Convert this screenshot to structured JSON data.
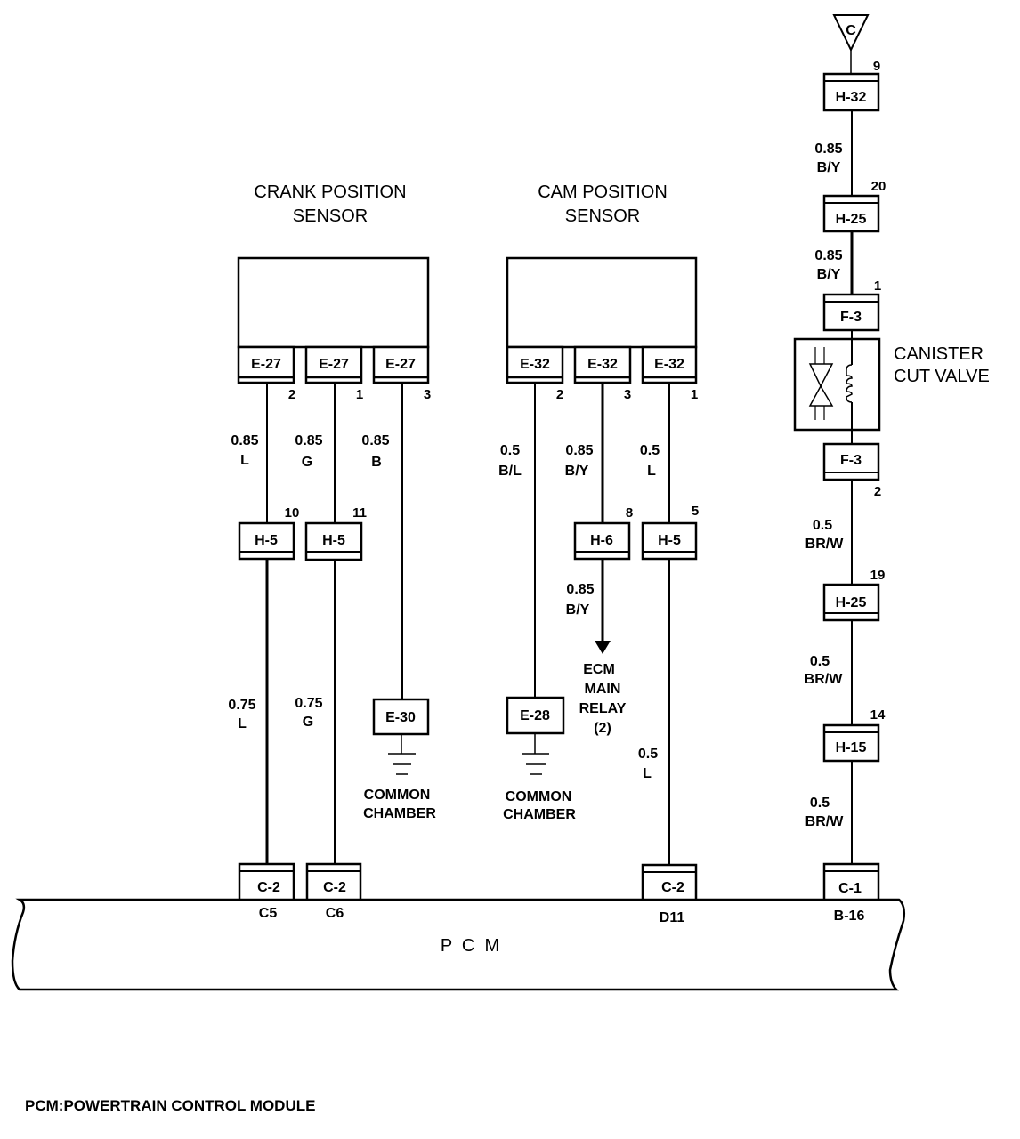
{
  "title_components": {
    "crank_sensor": [
      "CRANK POSITION",
      "SENSOR"
    ],
    "cam_sensor": [
      "CAM POSITION",
      "SENSOR"
    ],
    "canister_valve": [
      "CANISTER",
      "CUT VALVE"
    ],
    "ecm_relay": [
      "ECM",
      "MAIN",
      "RELAY",
      "(2)"
    ],
    "ground_label": [
      "COMMON",
      "CHAMBER"
    ],
    "pcm_label": "P  C  M"
  },
  "reference_symbol": "C",
  "circuits": [
    {
      "id": "crank-pin2",
      "sensor_connector": "E-27",
      "sensor_pin": "2",
      "wire_upper": {
        "size": "0.85",
        "color": "L"
      },
      "inline_connector": "H-5",
      "inline_pin": "10",
      "wire_lower": {
        "size": "0.75",
        "color": "L"
      },
      "pcm_connector": "C-2",
      "pcm_terminal": "C5"
    },
    {
      "id": "crank-pin1",
      "sensor_connector": "E-27",
      "sensor_pin": "1",
      "wire_upper": {
        "size": "0.85",
        "color": "G"
      },
      "inline_connector": "H-5",
      "inline_pin": "11",
      "wire_lower": {
        "size": "0.75",
        "color": "G"
      },
      "pcm_connector": "C-2",
      "pcm_terminal": "C6"
    },
    {
      "id": "crank-pin3",
      "sensor_connector": "E-27",
      "sensor_pin": "3",
      "wire_upper": {
        "size": "0.85",
        "color": "B"
      },
      "ground_connector": "E-30"
    },
    {
      "id": "cam-pin2",
      "sensor_connector": "E-32",
      "sensor_pin": "2",
      "wire_upper": {
        "size": "0.5",
        "color": "B/L"
      },
      "ground_connector": "E-28"
    },
    {
      "id": "cam-pin3",
      "sensor_connector": "E-32",
      "sensor_pin": "3",
      "wire_upper": {
        "size": "0.85",
        "color": "B/Y"
      },
      "inline_connector": "H-6",
      "inline_pin": "8",
      "wire_lower": {
        "size": "0.85",
        "color": "B/Y"
      }
    },
    {
      "id": "cam-pin1",
      "sensor_connector": "E-32",
      "sensor_pin": "1",
      "wire_upper": {
        "size": "0.5",
        "color": "L"
      },
      "inline_connector": "H-5",
      "inline_pin": "5",
      "wire_lower": {
        "size": "0.5",
        "color": "L"
      },
      "pcm_connector": "C-2",
      "pcm_terminal": "D11"
    }
  ],
  "canister_circuit": {
    "h32": {
      "connector": "H-32",
      "pin": "9"
    },
    "wire1": {
      "size": "0.85",
      "color": "B/Y"
    },
    "h25a": {
      "connector": "H-25",
      "pin": "20"
    },
    "wire2": {
      "size": "0.85",
      "color": "B/Y"
    },
    "f3a": {
      "connector": "F-3",
      "pin": "1"
    },
    "f3b": {
      "connector": "F-3",
      "pin": "2"
    },
    "wire3": {
      "size": "0.5",
      "color": "BR/W"
    },
    "h25b": {
      "connector": "H-25",
      "pin": "19"
    },
    "wire4": {
      "size": "0.5",
      "color": "BR/W"
    },
    "h15": {
      "connector": "H-15",
      "pin": "14"
    },
    "wire5": {
      "size": "0.5",
      "color": "BR/W"
    },
    "pcm_connector": "C-1",
    "pcm_terminal": "B-16"
  },
  "footer_note": "PCM:POWERTRAIN CONTROL MODULE"
}
